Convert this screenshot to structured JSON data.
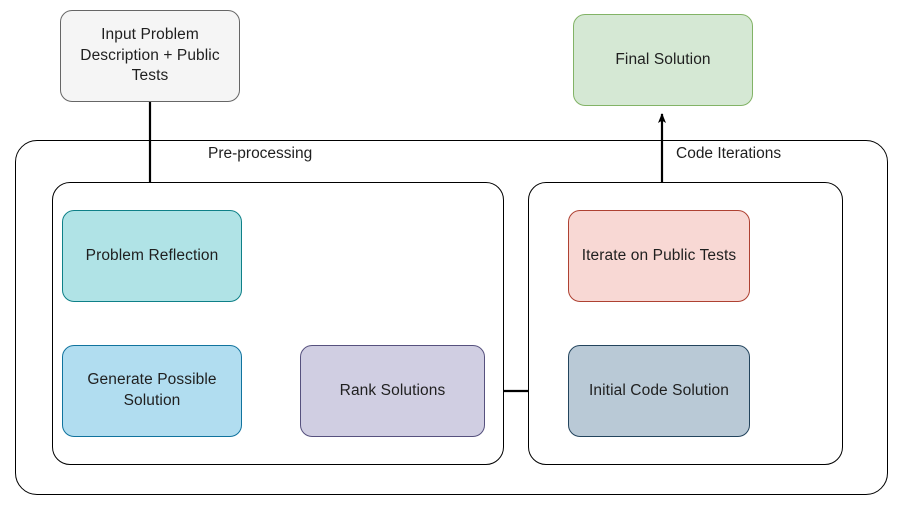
{
  "diagram": {
    "type": "flowchart",
    "title": "Code generation pipeline flowchart",
    "nodes": [
      {
        "id": "input",
        "label": "Input Problem Description + Public Tests",
        "fill": "#f5f5f5",
        "stroke": "#666666"
      },
      {
        "id": "final",
        "label": "Final Solution",
        "fill": "#d5e8d4",
        "stroke": "#82b366"
      },
      {
        "id": "reflection",
        "label": "Problem Reflection",
        "fill": "#b0e3e6",
        "stroke": "#0e8088"
      },
      {
        "id": "generate",
        "label": "Generate Possible Solution",
        "fill": "#b1ddf0",
        "stroke": "#10739e"
      },
      {
        "id": "rank",
        "label": "Rank Solutions",
        "fill": "#d0cee2",
        "stroke": "#56517e"
      },
      {
        "id": "initial",
        "label": "Initial Code Solution",
        "fill": "#b9c9d6",
        "stroke": "#23445d"
      },
      {
        "id": "iterate",
        "label": "Iterate on Public Tests",
        "fill": "#f8d8d4",
        "stroke": "#ae4132"
      }
    ],
    "groups": [
      {
        "id": "pre",
        "label": "Pre-processing"
      },
      {
        "id": "code",
        "label": "Code Iterations"
      }
    ],
    "edges": [
      {
        "from": "input",
        "to": "reflection",
        "style": "solid",
        "arrow": "end"
      },
      {
        "from": "reflection",
        "to": "generate",
        "style": "solid",
        "arrow": "end"
      },
      {
        "from": "generate",
        "to": "rank",
        "style": "solid",
        "arrow": "end"
      },
      {
        "from": "rank",
        "to": "initial",
        "style": "solid",
        "arrow": "end"
      },
      {
        "from": "initial",
        "to": "iterate",
        "style": "solid",
        "arrow": "end"
      },
      {
        "from": "iterate",
        "to": "final",
        "style": "solid",
        "arrow": "end"
      },
      {
        "from": "iterate",
        "to": "iterate",
        "style": "dashed",
        "arrow": "end"
      }
    ],
    "colors": {
      "edge": "#000000",
      "container_stroke": "#000000",
      "text": "#1f1f1f",
      "background": "#ffffff"
    }
  }
}
